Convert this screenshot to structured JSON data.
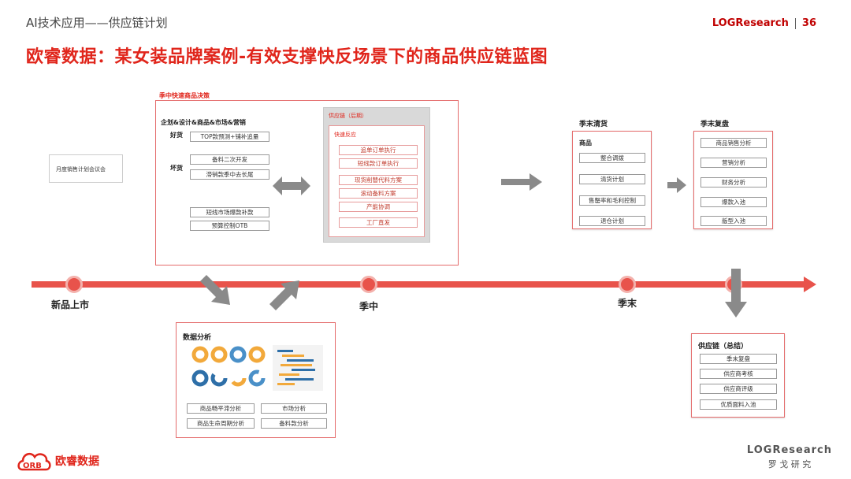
{
  "header": {
    "left": "AI技术应用——供应链计划",
    "brand": "LOGResearch",
    "page_number": "36"
  },
  "title": "欧睿数据：某女装品牌案例-有效支撑快反场景下的商品供应链蓝图",
  "monthly_meeting": "月度销售计划会议会",
  "in_season": {
    "title": "季中快速商品决策",
    "subtitle": "企划&设计&商品&市场&营销",
    "good_label": "好货",
    "good_items": [
      "TOP款预测+铺补追量"
    ],
    "bad_label": "坏货",
    "bad_items": [
      "备料二次开发",
      "滞销款季中去长尾"
    ],
    "other_items": [
      "短线市场爆款补款",
      "预算控制OTB"
    ],
    "supply_title": "供应链（后期）",
    "quick_title": "快速反应",
    "quick_items": [
      "追单订单执行",
      "短线款订单执行",
      "现货削替代料方案",
      "滚动备料方案",
      "产能协调",
      "工厂直发"
    ]
  },
  "season_end_clear": {
    "title": "季末清货",
    "sub": "商品",
    "items": [
      "整合调拨",
      "清货计划",
      "售罄率和毛利控制",
      "退仓计划"
    ]
  },
  "season_end_review": {
    "title": "季末复盘",
    "items": [
      "商品销售分析",
      "营销分析",
      "财务分析",
      "爆款入池",
      "版型入池"
    ]
  },
  "data_analysis": {
    "title": "数据分析",
    "items": [
      "商品畅平滞分析",
      "市场分析",
      "商品生命周期分析",
      "备料款分析"
    ]
  },
  "supply_summary": {
    "title": "供应链（总结）",
    "items": [
      "季末复盘",
      "供应商考核",
      "供应商评级",
      "优质面料入池"
    ]
  },
  "timeline": {
    "labels": [
      "新品上市",
      "季中",
      "季末"
    ]
  },
  "footer": {
    "left_logo_text": "欧睿数据",
    "right_logo": "LOGResearch",
    "right_sub": "罗 戈 研 究"
  },
  "colors": {
    "accent": "#e0251b",
    "timeline": "#e8534b",
    "arrow": "#888888"
  }
}
